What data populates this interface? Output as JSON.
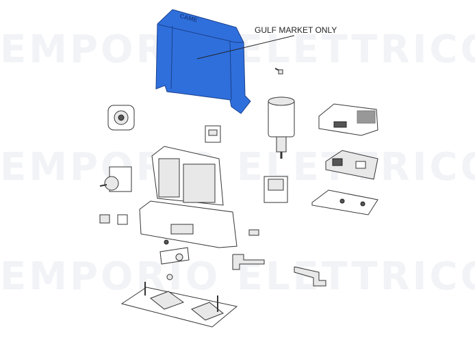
{
  "watermark": {
    "row1": "EMPORIO ELETTRICO",
    "row2": "EMPORIO ELETTRICO",
    "row3": "EMPORIO ELETTRICO"
  },
  "cover": {
    "logo": "CAME",
    "color": "#2f6fdc"
  },
  "callout": {
    "text": "GULF MARKET ONLY"
  }
}
